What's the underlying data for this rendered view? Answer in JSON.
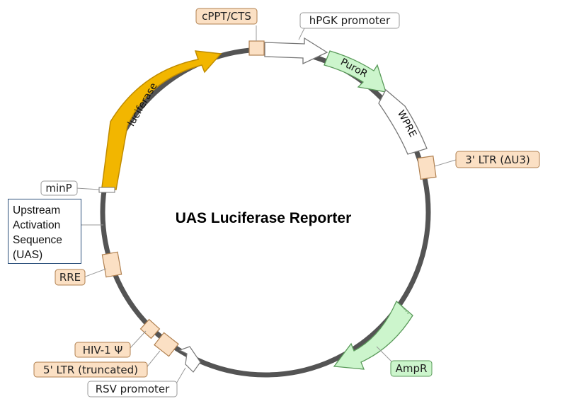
{
  "title": "UAS Luciferase Reporter",
  "features": {
    "luciferase": "luciferase",
    "puroR": "PuroR",
    "wpre": "WPRE"
  },
  "labels": {
    "cppt": "cPPT/CTS",
    "hpgk": "hPGK promoter",
    "ltr3": "3' LTR (ΔU3)",
    "minp": "minP",
    "rre": "RRE",
    "hiv": "HIV-1 Ψ",
    "ltr5": "5' LTR (truncated)",
    "rsv": "RSV promoter",
    "ampr": "AmpR"
  },
  "uas_box": {
    "line1": "Upstream",
    "line2": "Activation",
    "line3": "Sequence",
    "line4": "(UAS)"
  },
  "colors": {
    "backbone": "#545454",
    "luciferase": "#f2b600",
    "green_feature": "#ccf5cc",
    "orange_feature": "#fbe0c4",
    "white_feature": "#ffffff",
    "uas_border": "#2a4f7a"
  }
}
